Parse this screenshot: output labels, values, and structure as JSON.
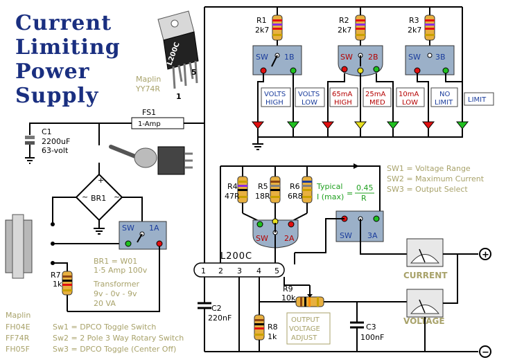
{
  "title": {
    "line1": "Current",
    "line2": "Limiting",
    "line3": "Power",
    "line4": "Supply"
  },
  "chip": {
    "label": "L200C",
    "supplier": "Maplin",
    "code": "YY74R",
    "pin_left": "1",
    "pin_right": "5"
  },
  "fuse": {
    "name": "FS1",
    "rating": "1-Amp"
  },
  "c1": {
    "name": "C1",
    "value": "2200uF",
    "voltage": "63-volt"
  },
  "br1": {
    "name": "BR1",
    "plus": "+",
    "ac1": "~",
    "ac2": "~",
    "minus": "−"
  },
  "resistors": {
    "r1": {
      "name": "R1",
      "value": "2k7"
    },
    "r2": {
      "name": "R2",
      "value": "2k7"
    },
    "r3": {
      "name": "R3",
      "value": "2k7"
    },
    "r4": {
      "name": "R4",
      "value": "47R"
    },
    "r5": {
      "name": "R5",
      "value": "18R"
    },
    "r6": {
      "name": "R6",
      "value": "6R8"
    },
    "r7": {
      "name": "R7",
      "value": "1k"
    },
    "r8": {
      "name": "R8",
      "value": "1k"
    },
    "r9": {
      "name": "R9",
      "value": "10k"
    }
  },
  "switches": {
    "sw1b": {
      "sw": "SW",
      "id": "1B"
    },
    "sw2b": {
      "sw": "SW",
      "id": "2B"
    },
    "sw3b": {
      "sw": "SW",
      "id": "3B"
    },
    "sw1a": {
      "sw": "SW",
      "id": "1A"
    },
    "sw2a": {
      "sw": "SW",
      "id": "2A"
    },
    "sw3a": {
      "sw": "SW",
      "id": "3A"
    }
  },
  "indicators": [
    {
      "line1": "VOLTS",
      "line2": "HIGH",
      "color": "#1a3c9c"
    },
    {
      "line1": "VOLTS",
      "line2": "LOW",
      "color": "#1a3c9c"
    },
    {
      "line1": "65mA",
      "line2": "HIGH",
      "color": "#b40000"
    },
    {
      "line1": "25mA",
      "line2": "MED",
      "color": "#b40000"
    },
    {
      "line1": "10mA",
      "line2": "LOW",
      "color": "#b40000"
    },
    {
      "line1": "NO",
      "line2": "LIMIT",
      "color": "#1a3c9c"
    },
    {
      "line1": "LIMIT",
      "line2": "",
      "color": "#1a3c9c"
    }
  ],
  "legend": {
    "sw1": "SW1 = Voltage Range",
    "sw2": "SW2 = Maximum Current",
    "sw3": "SW3 = Output Select"
  },
  "formula": {
    "typical": "Typical",
    "imax": "I (max)",
    "eq": "=",
    "num": "0.45",
    "den": "R"
  },
  "regulator": {
    "name": "L200C",
    "pins": [
      "1",
      "2",
      "3",
      "4",
      "5"
    ]
  },
  "c2": {
    "name": "C2",
    "value": "220nF"
  },
  "c3": {
    "name": "C3",
    "value": "100nF"
  },
  "output_adjust": {
    "line1": "OUTPUT",
    "line2": "VOLTAGE",
    "line3": "ADJUST"
  },
  "meters": {
    "current": "CURRENT",
    "voltage": "VOLTAGE",
    "plus": "+",
    "minus": "−"
  },
  "br_note": {
    "line1": "BR1 = W01",
    "line2": "1·5 Amp 100v"
  },
  "transformer_note": {
    "line1": "Transformer",
    "line2": "9v - 0v - 9v",
    "line3": "20 VA"
  },
  "parts": {
    "supplier": "Maplin",
    "rows": [
      {
        "code": "FH04E",
        "desc": "Sw1  =  DPCO  Toggle Switch"
      },
      {
        "code": "FF74R",
        "desc": "Sw2  =  2 Pole 3 Way Rotary Switch"
      },
      {
        "code": "FH05F",
        "desc": "Sw3  =  DPCO  Toggle (Center Off)"
      }
    ]
  },
  "colors": {
    "title": "#1a2f80",
    "switch": "#9bb0c8",
    "olive": "#a8a26a",
    "red_led": "#e01010",
    "green_led": "#20c020",
    "yellow_led": "#e8e020"
  }
}
